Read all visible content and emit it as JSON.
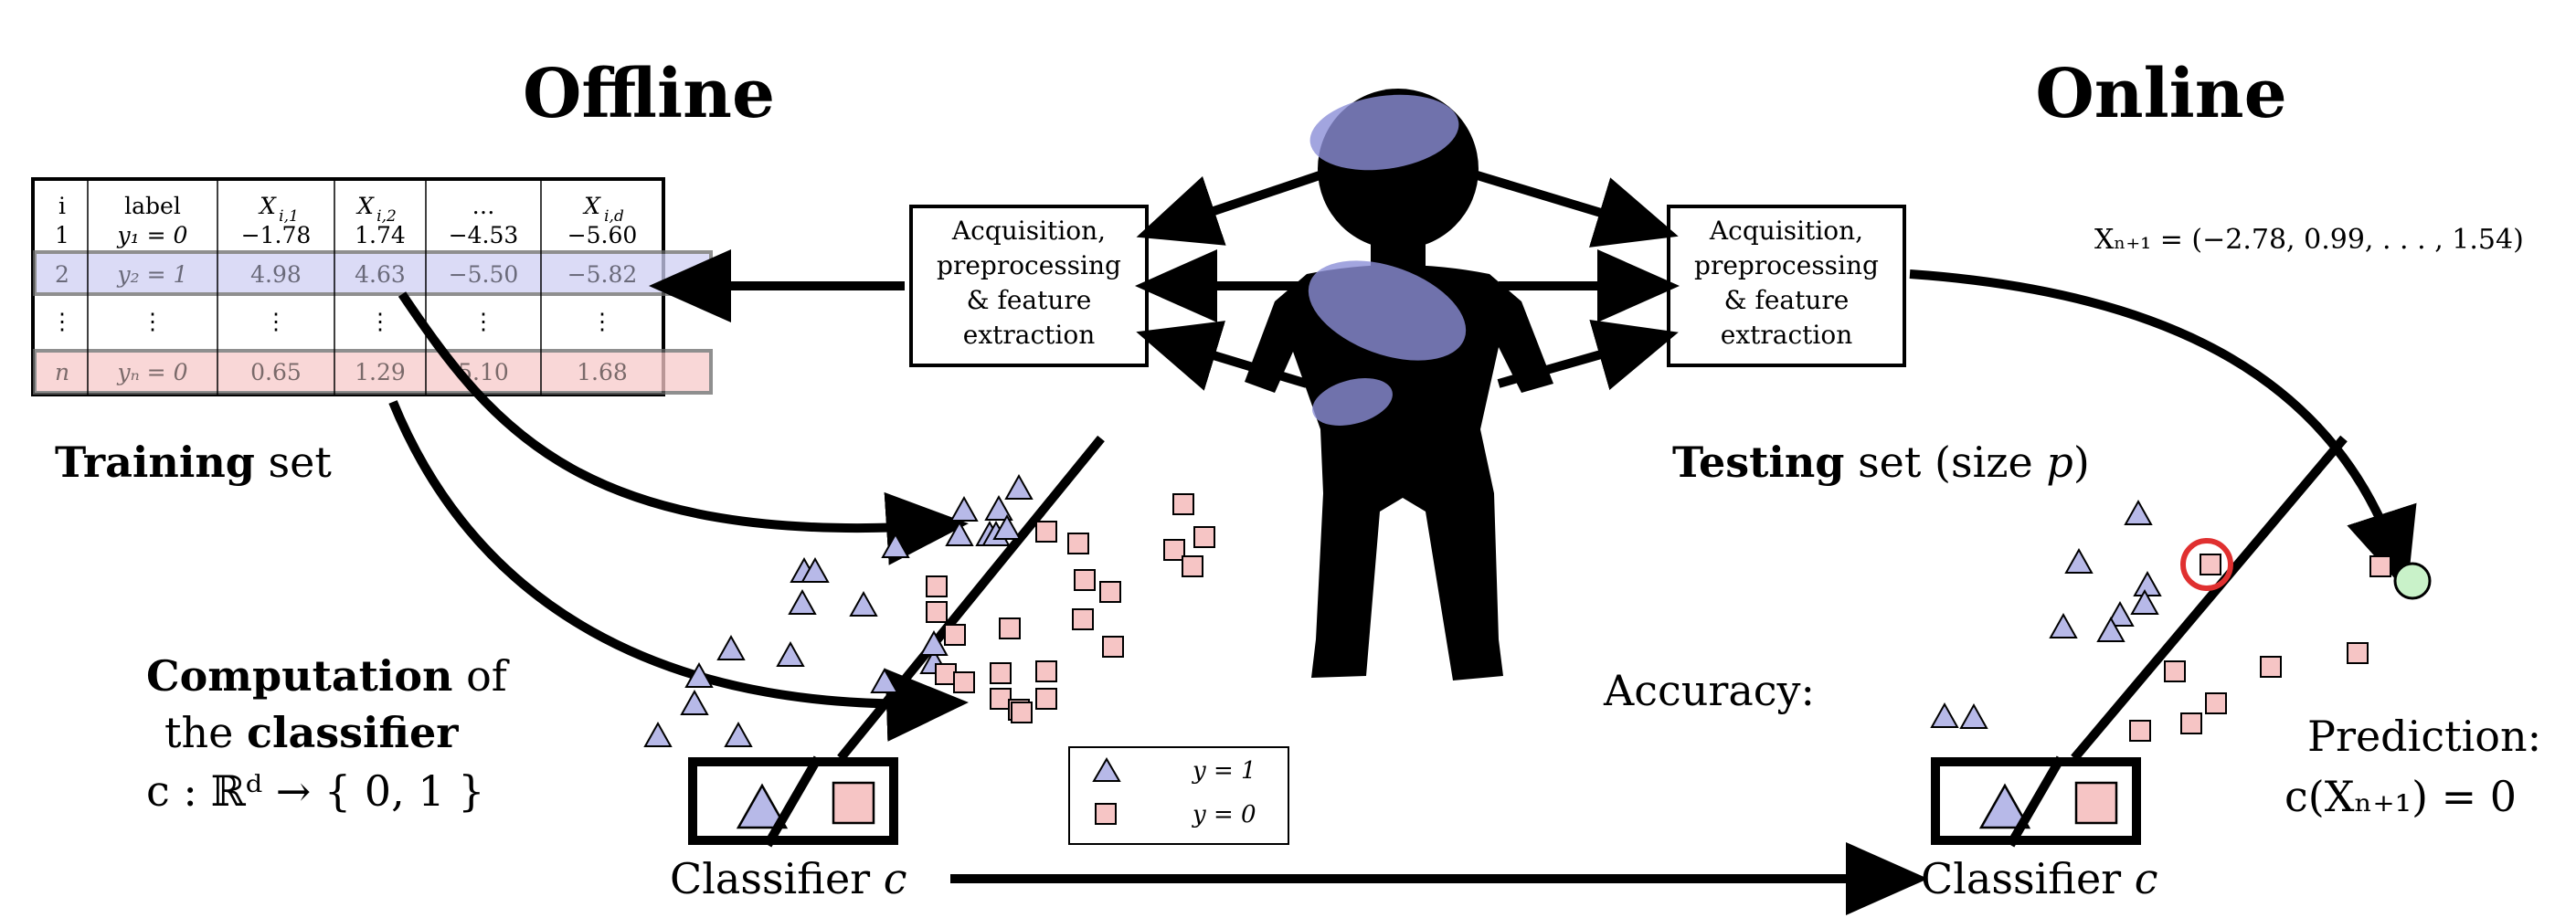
{
  "headings": {
    "offline": "Offline",
    "online": "Online"
  },
  "table": {
    "header": [
      "i",
      "label",
      "X",
      "X",
      "…",
      "X"
    ],
    "header_subs": [
      "",
      "",
      "i,1",
      "i,2",
      "",
      "i,d"
    ],
    "header_row2": [
      "1",
      "y₁ = 0",
      "−1.78",
      "1.74",
      "−4.53",
      "−5.60"
    ],
    "row2": [
      "2",
      "y₂ = 1",
      "4.98",
      "4.63",
      "−5.50",
      "−5.82"
    ],
    "dots": [
      "⋮",
      "⋮",
      "⋮",
      "⋮",
      "⋮",
      "⋮"
    ],
    "rown": [
      "n",
      "yₙ = 0",
      "0.65",
      "1.29",
      "5.10",
      "1.68"
    ]
  },
  "process_box": {
    "line1": "Acquisition,",
    "line2": "preprocessing",
    "line3": "& feature",
    "line4": "extraction"
  },
  "training": {
    "bold": "Training",
    "rest": " set"
  },
  "testing": {
    "bold": "Testing",
    "rest": " set (size ",
    "p": "p",
    "close": ")"
  },
  "new_sample": "Xₙ₊₁ = (−2.78, 0.99, . . . , 1.54)",
  "computation": {
    "l1_bold": "Computation",
    "l1_rest": " of",
    "l2_pre": "the ",
    "l2_bold": "classifier",
    "l3": "c : ℝᵈ → { 0, 1 }"
  },
  "accuracy": "Accuracy:",
  "classifier_label": "Classifier ",
  "classifier_var": "c",
  "prediction": {
    "l1": "Prediction:",
    "l2": "c(Xₙ₊₁) = 0"
  },
  "legend": {
    "y1": "y = 1",
    "y0": "y = 0"
  },
  "colors": {
    "triangle": "#b7b9e8",
    "square": "#f6c5c5",
    "blue_hl": "#c8c9f2",
    "red_hl": "#f8cccc",
    "person": "#000000",
    "blob": "#8c8fd8",
    "new_point": "#c9f2c9",
    "ring": "#e03030"
  }
}
